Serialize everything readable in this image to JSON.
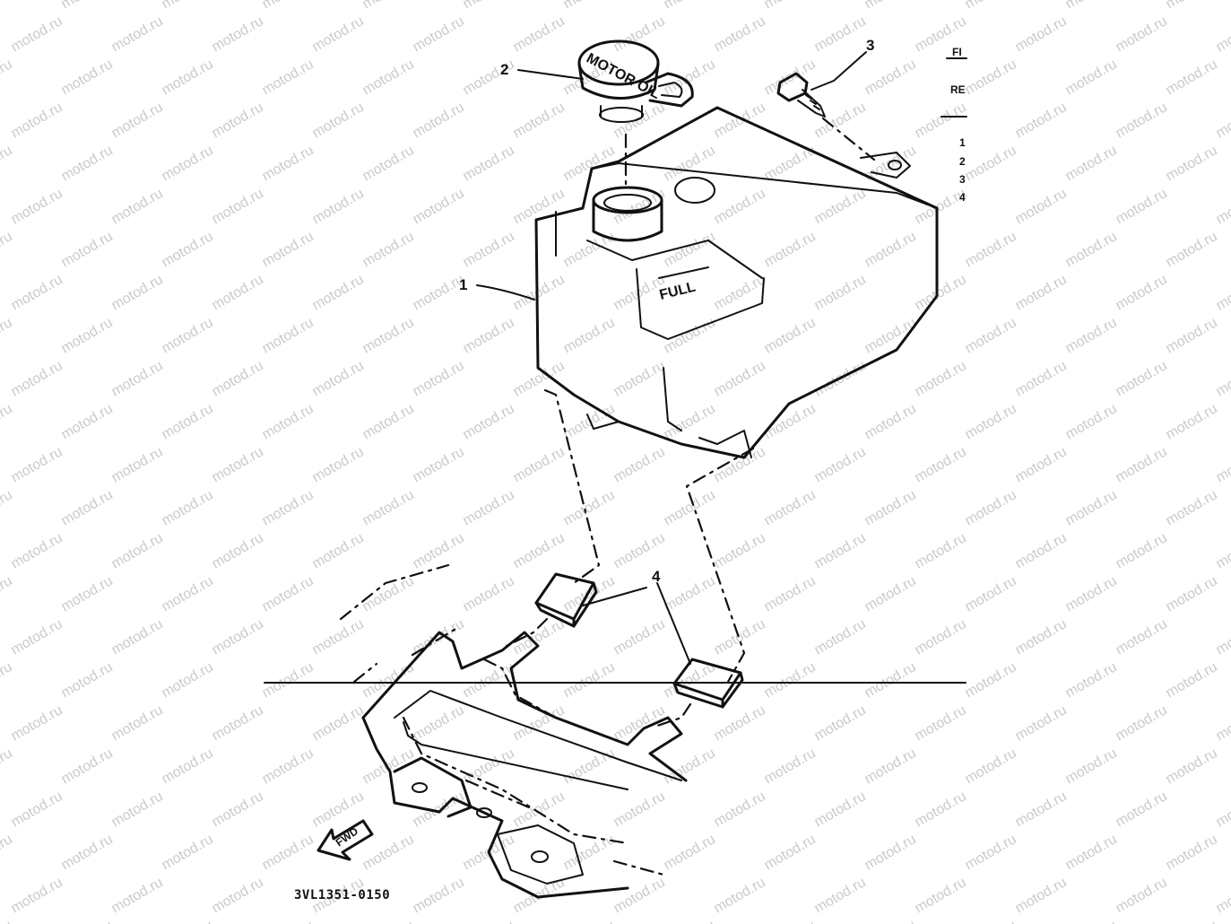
{
  "watermark": {
    "text": "motod.ru"
  },
  "callouts": {
    "c1": "1",
    "c2": "2",
    "c3": "3",
    "c4": "4"
  },
  "tank": {
    "full_mark": "FULL"
  },
  "cap": {
    "emboss": "MOTOR OIL"
  },
  "fwd_arrow": {
    "label": "FWD"
  },
  "part_code": "3VL1351-0150",
  "edge_legend": {
    "lines": [
      "FI",
      "RE",
      "1",
      "2",
      "3",
      "4"
    ]
  }
}
